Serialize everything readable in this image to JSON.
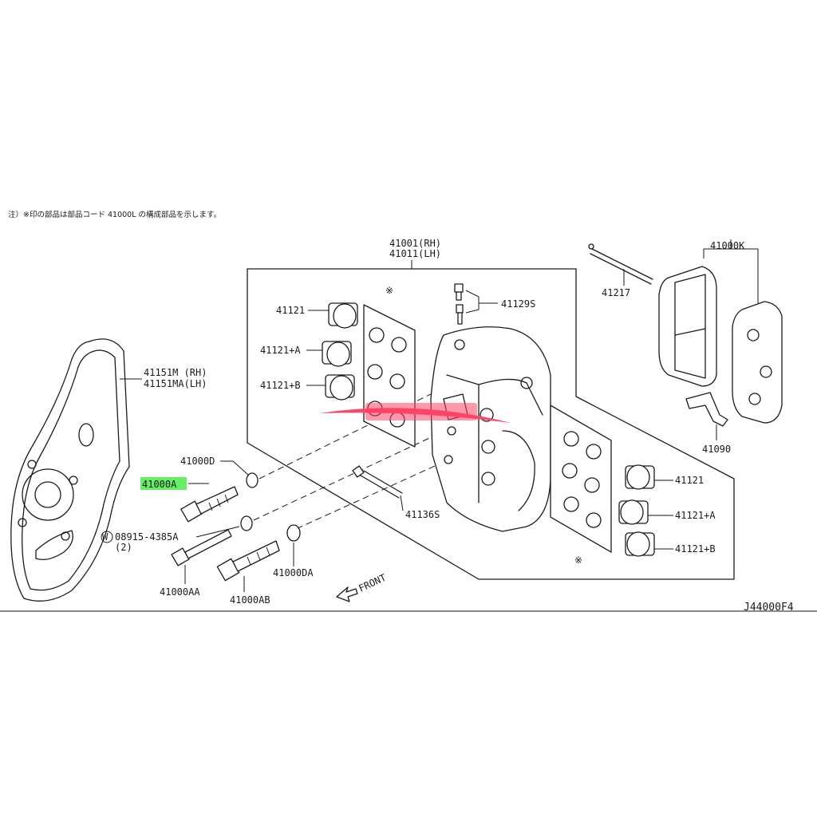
{
  "note": "注）※印の部品は部品コード 41000L の構成部品を示します。",
  "diagram_code": "J44000F4",
  "front_label": "FRONT",
  "highlight_color": "#66ee66",
  "watermark_color": "#ff4466",
  "parts": {
    "caliper_rh": "41001(RH)",
    "caliper_lh": "41011(LH)",
    "piston_top_left": "41121",
    "piston_mid_left": "41121+A",
    "piston_bot_left": "41121+B",
    "piston_top_right": "41121",
    "piston_mid_right": "41121+A",
    "piston_bot_right": "41121+B",
    "bleeder": "41129S",
    "pin": "41217",
    "pad_kit": "41000K",
    "clip": "41090",
    "plate_rh": "41151M (RH)",
    "plate_lh": "41151MA(LH)",
    "washer_d": "41000D",
    "bolt_a": "41000A",
    "washer_w": "08915-4385A",
    "washer_w_qty": "(2)",
    "bolt_aa": "41000AA",
    "bolt_ab": "41000AB",
    "washer_da": "41000DA",
    "bolt_s": "41136S",
    "kit_mark_top": "※",
    "kit_mark_bottom": "※"
  }
}
